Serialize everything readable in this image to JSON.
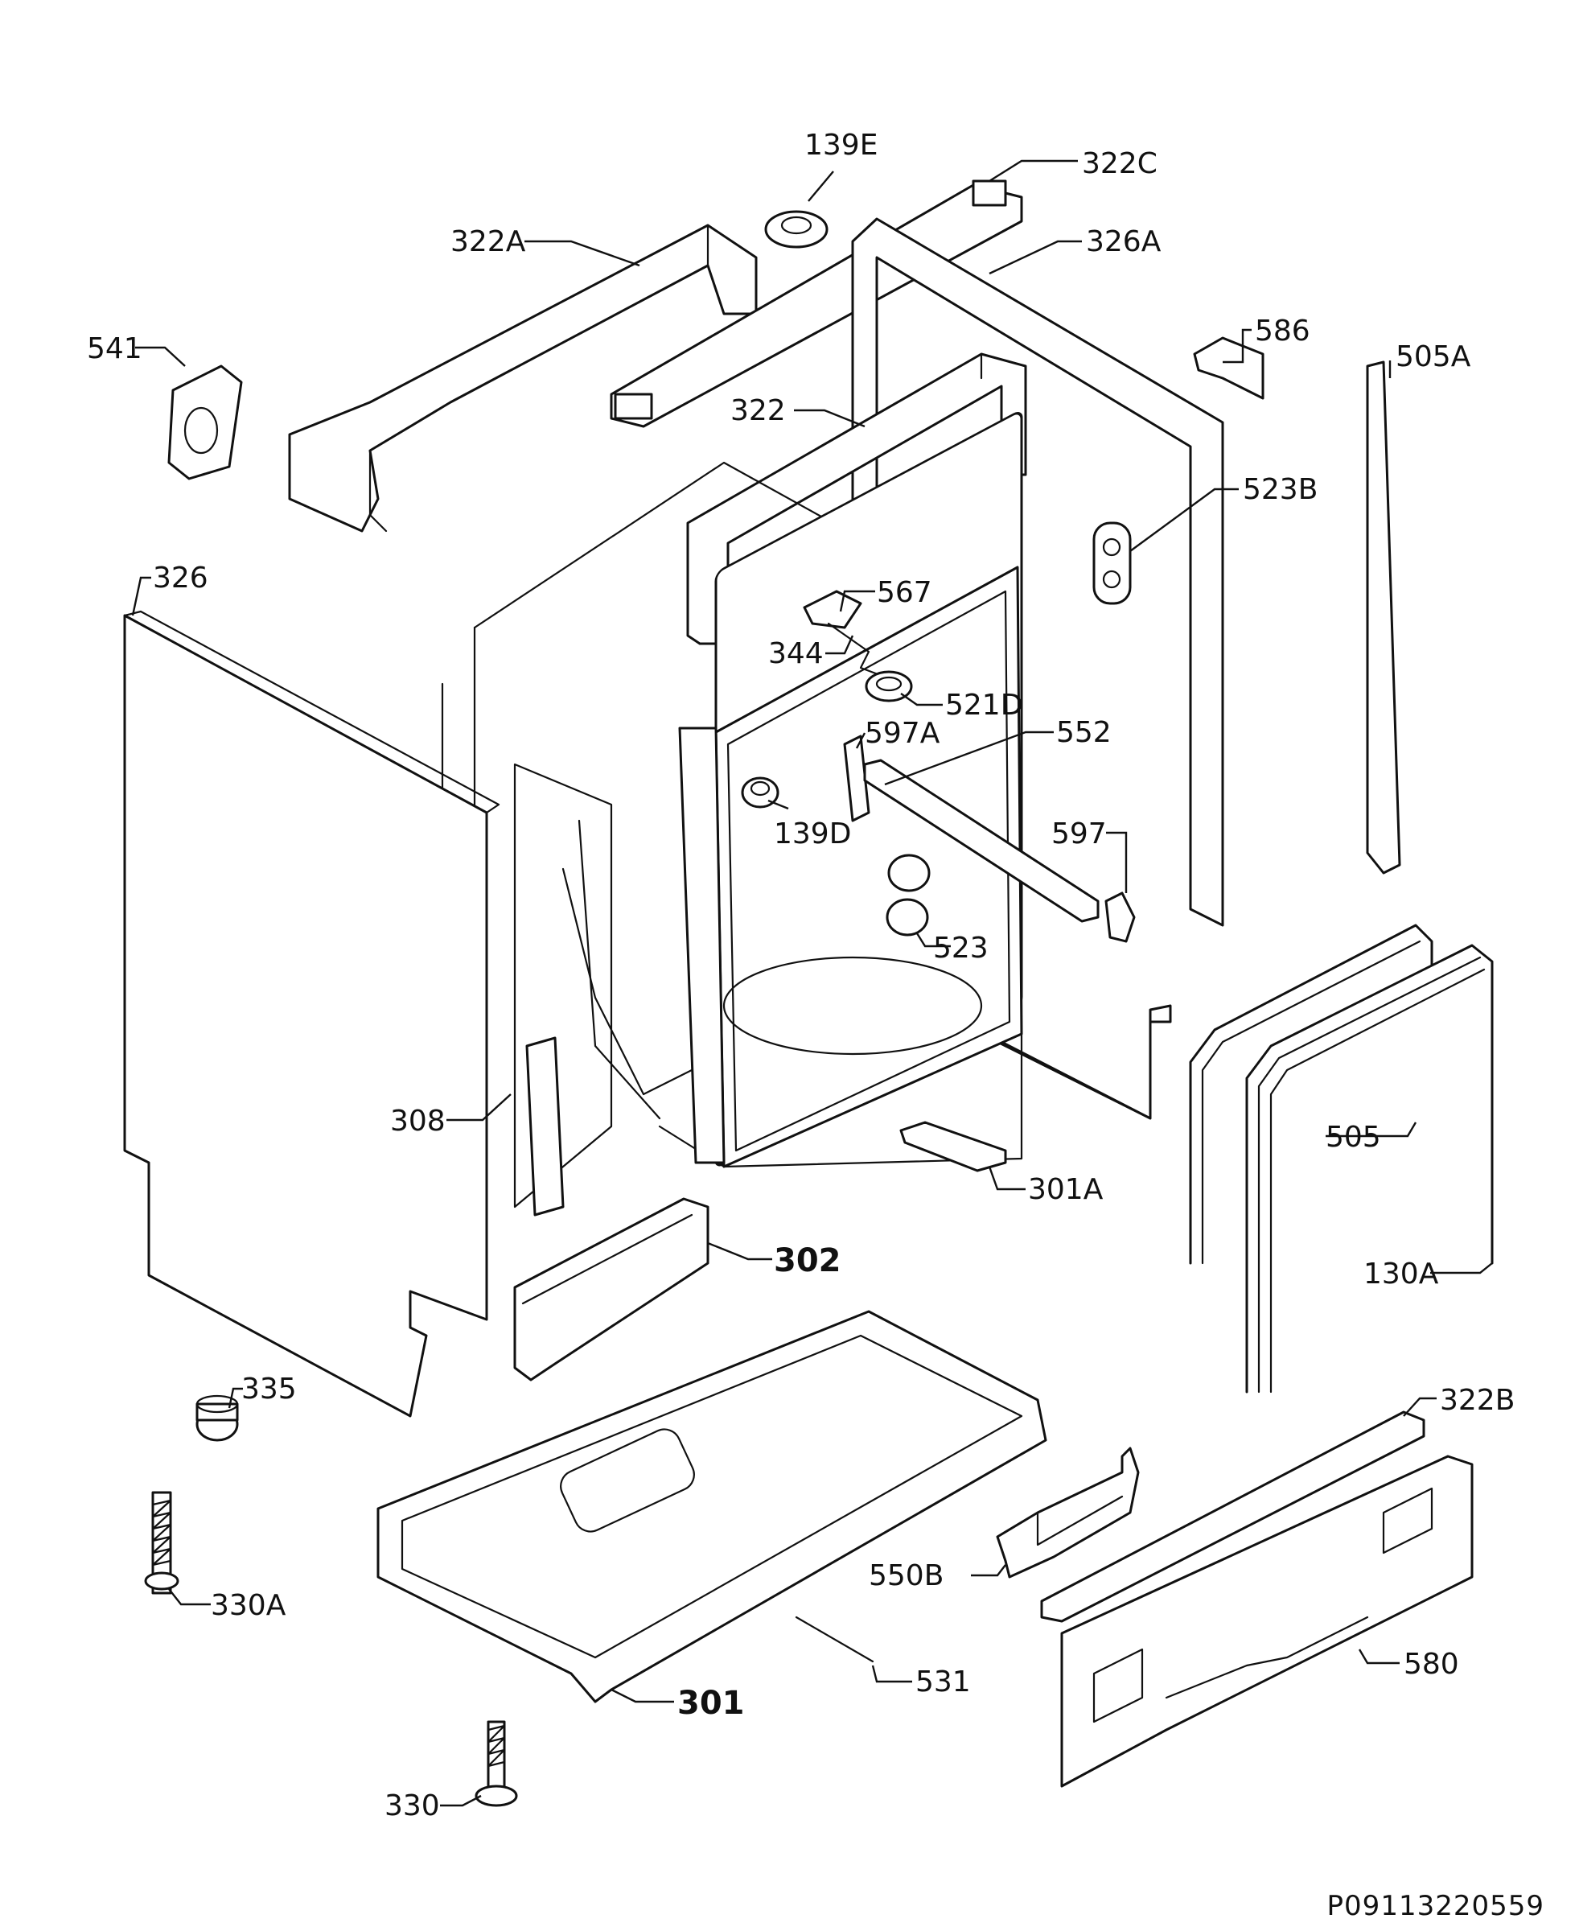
{
  "labels": {
    "l139E": "139E",
    "l322C": "322C",
    "l322A": "322A",
    "l326A": "326A",
    "l541": "541",
    "l586": "586",
    "l505A": "505A",
    "l322": "322",
    "l523B": "523B",
    "l326": "326",
    "l567": "567",
    "l344": "344",
    "l521D": "521D",
    "l597A": "597A",
    "l552": "552",
    "l139D": "139D",
    "l597": "597",
    "l523": "523",
    "l308": "308",
    "l505": "505",
    "l301A": "301A",
    "l302": "302",
    "l130A": "130A",
    "l335": "335",
    "l322B": "322B",
    "l330A": "330A",
    "l550B": "550B",
    "l580": "580",
    "l531": "531",
    "l301": "301",
    "l330": "330"
  },
  "reference_code": "P09113220559"
}
